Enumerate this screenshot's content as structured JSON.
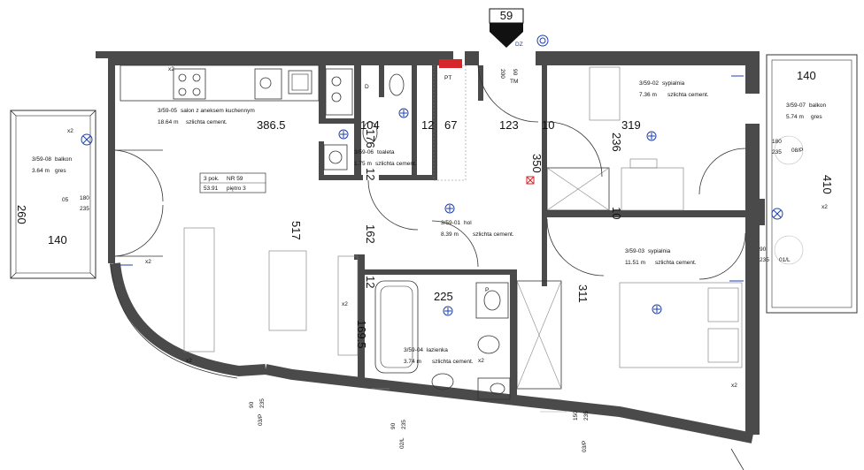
{
  "unit_marker": {
    "number": "59",
    "entrance": "DZ"
  },
  "unit_summary": {
    "rooms": "3 pok.",
    "nr": "NR 59",
    "area": "53.91",
    "floor": "piętro 3"
  },
  "rooms": [
    {
      "id": "3/59-05",
      "name": "salon z aneksem kuchennym",
      "area": "18.64 m",
      "finish": "szlichta cement."
    },
    {
      "id": "3/59-06",
      "name": "toaleta",
      "area": "1.75 m",
      "finish": "szlichta cement."
    },
    {
      "id": "3/59-01",
      "name": "hol",
      "area": "8.39 m",
      "finish": "szlichta cement."
    },
    {
      "id": "3/59-04",
      "name": "łazienka",
      "area": "3.74 m",
      "finish": "szlichta cement."
    },
    {
      "id": "3/59-02",
      "name": "sypialnia",
      "area": "7.36 m",
      "finish": "szlichta cement."
    },
    {
      "id": "3/59-03",
      "name": "sypialnia",
      "area": "11.51 m",
      "finish": "szlichta cement."
    },
    {
      "id": "3/59-07",
      "name": "balkon",
      "area": "5.74 m",
      "finish": "gres"
    },
    {
      "id": "3/59-08",
      "name": "balkon",
      "area": "3.64 m",
      "finish": "gres"
    }
  ],
  "dimensions": [
    "386.5",
    "104",
    "12",
    "67",
    "123",
    "10",
    "236",
    "319",
    "517",
    "176",
    "12",
    "350",
    "162",
    "10",
    "225",
    "311",
    "12",
    "169.5",
    "140",
    "410",
    "260",
    "140",
    "200",
    "90"
  ],
  "window_tags": [
    "180",
    "235",
    "05",
    "180",
    "235",
    "08/P",
    "90",
    "235",
    "01/L",
    "90",
    "235",
    "03/P",
    "90",
    "235",
    "02/L",
    "150",
    "235",
    "03/P"
  ],
  "fixture_tags": {
    "pt": "PT",
    "p": "P",
    "tm": "TM"
  },
  "red_marks": {
    "x2": "x2",
    "d": "D"
  }
}
